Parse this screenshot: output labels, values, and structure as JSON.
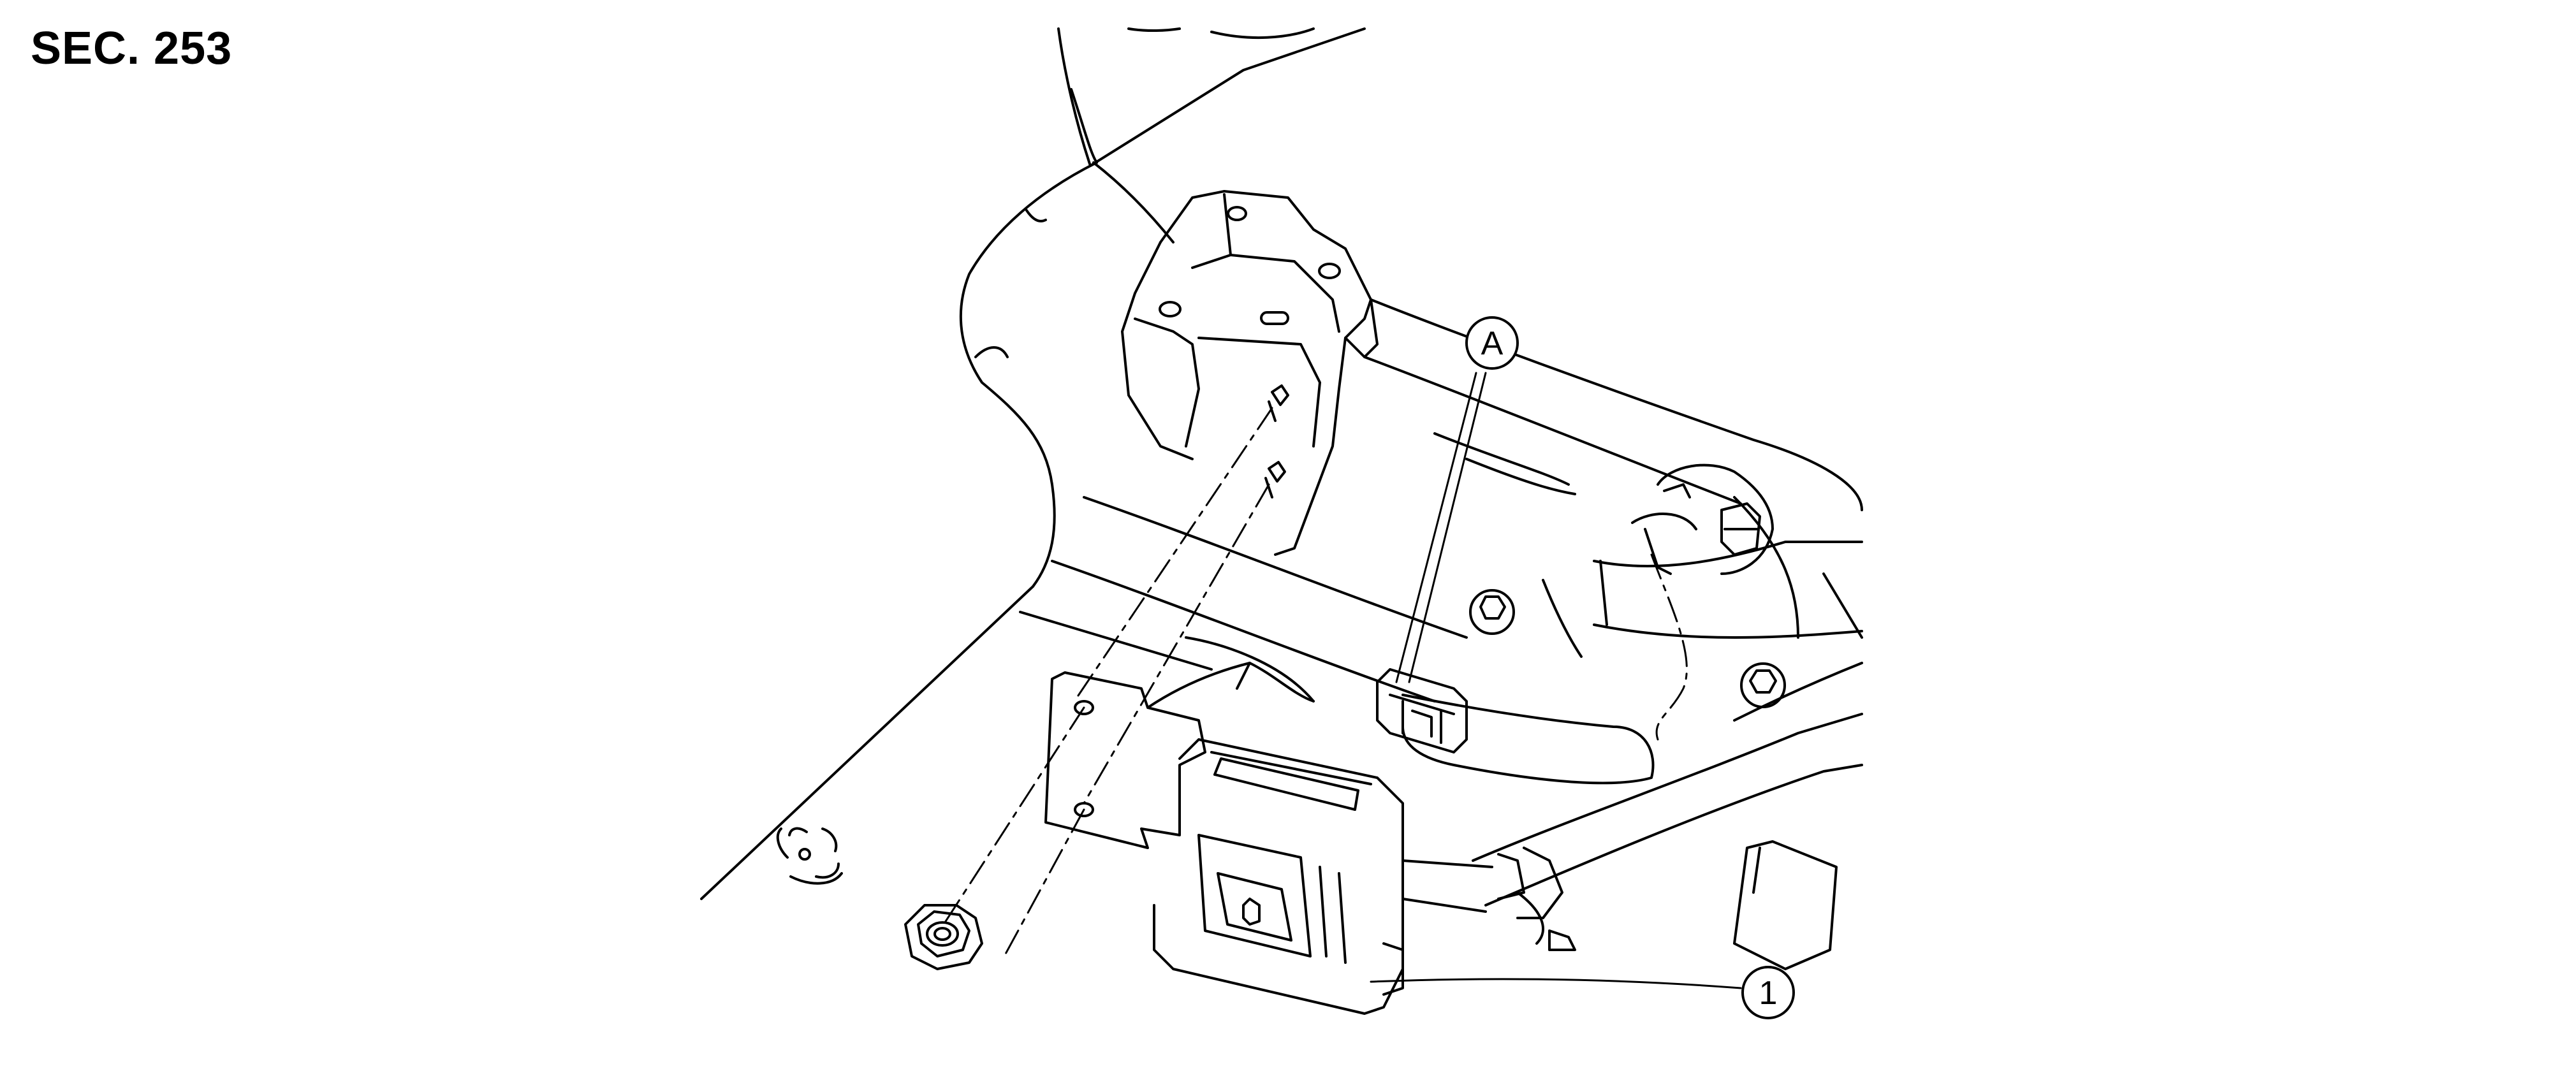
{
  "section_label": "SEC. 253",
  "callouts": {
    "a": {
      "label": "A"
    },
    "one": {
      "label": "1"
    }
  },
  "colors": {
    "line": "#000000",
    "background": "#ffffff"
  }
}
